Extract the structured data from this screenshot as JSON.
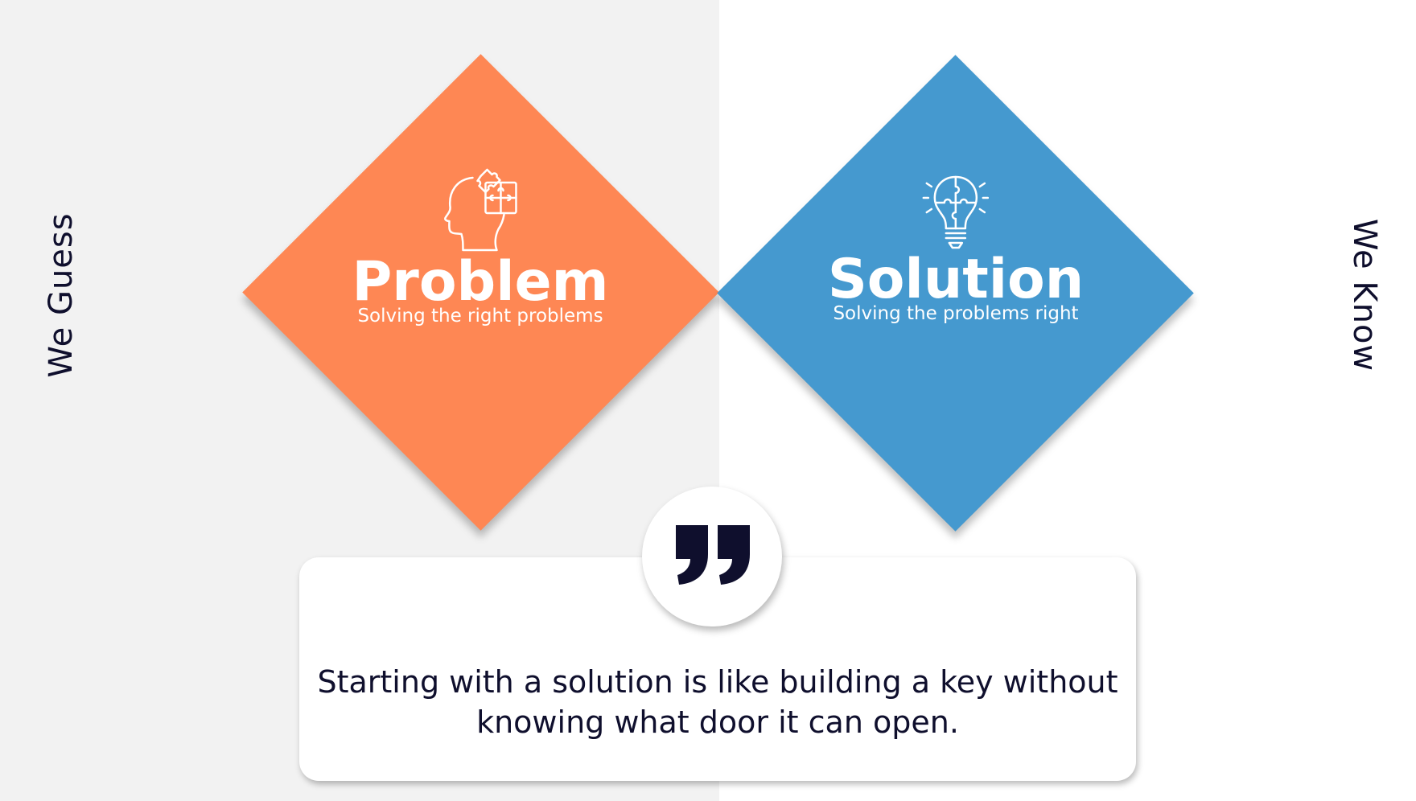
{
  "labels": {
    "left": "We Guess",
    "right": "We Know"
  },
  "problem": {
    "title": "Problem",
    "subtitle": "Solving the right problems",
    "icon": "head-puzzle-icon",
    "color": "#fe8754"
  },
  "solution": {
    "title": "Solution",
    "subtitle": "Solving the problems right",
    "icon": "lightbulb-puzzle-icon",
    "color": "#4599cf"
  },
  "quote": {
    "icon": "quotation-mark-icon",
    "text": "Starting with a solution is like building a key without knowing what door it can open."
  },
  "colors": {
    "left_background": "#f2f2f2",
    "right_background": "#ffffff",
    "text_dark": "#0f0f2d"
  }
}
